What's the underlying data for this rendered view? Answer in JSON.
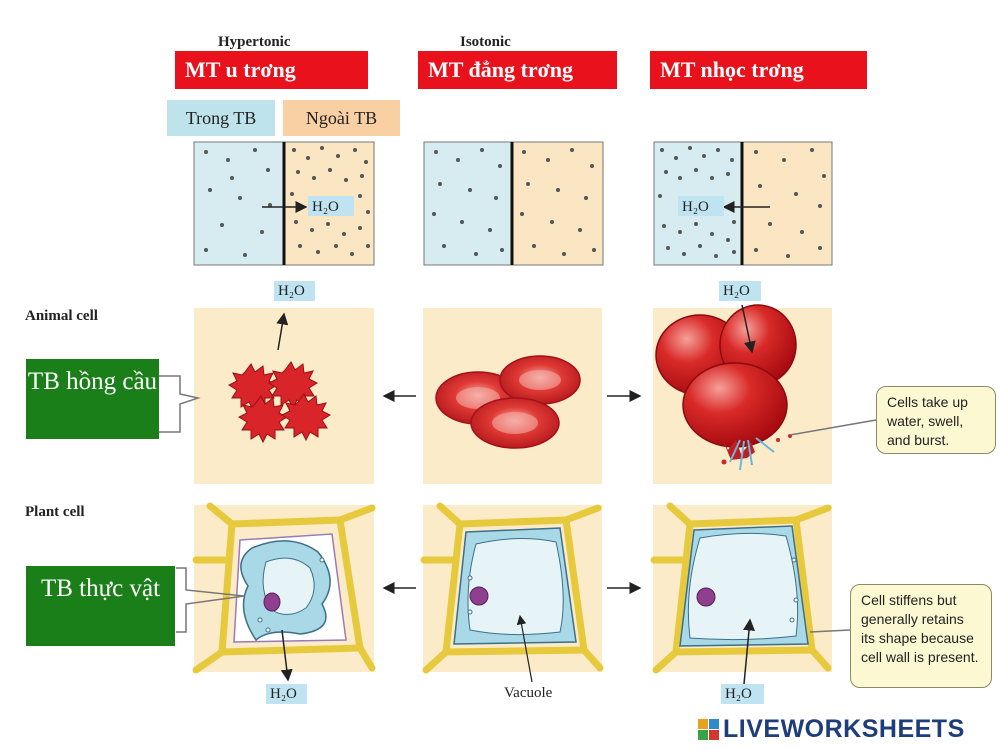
{
  "columns": {
    "hypertonic": {
      "caption": "Hypertonic",
      "label": "MT u trơng"
    },
    "isotonic": {
      "caption": "Isotonic",
      "label": "MT đẳng trơng"
    },
    "hypotonic": {
      "label": "MT nhọc trơng"
    }
  },
  "legend": {
    "inside": "Trong TB",
    "outside": "Ngoài TB"
  },
  "rows": {
    "animal": {
      "label": "Animal cell",
      "answer": "TB hồng cầu"
    },
    "plant": {
      "label": "Plant cell",
      "answer": "TB thực vật"
    }
  },
  "water_label": "H₂O",
  "vacuole_label": "Vacuole",
  "callouts": {
    "burst": "Cells take up water, swell, and burst.",
    "stiffen": "Cell stiffens but generally retains its shape because cell wall is present."
  },
  "brand": {
    "name": "LIVEWORKSHEETS"
  },
  "colors": {
    "red_label": "#e8111c",
    "green_label": "#1a7f18",
    "inside_fill": "#d6ecf0",
    "outside_fill": "#fbe6c4",
    "panel_fill": "#fcebc8",
    "cell_wall": "#e6c93d",
    "water_tag": "#bfe3f0"
  }
}
